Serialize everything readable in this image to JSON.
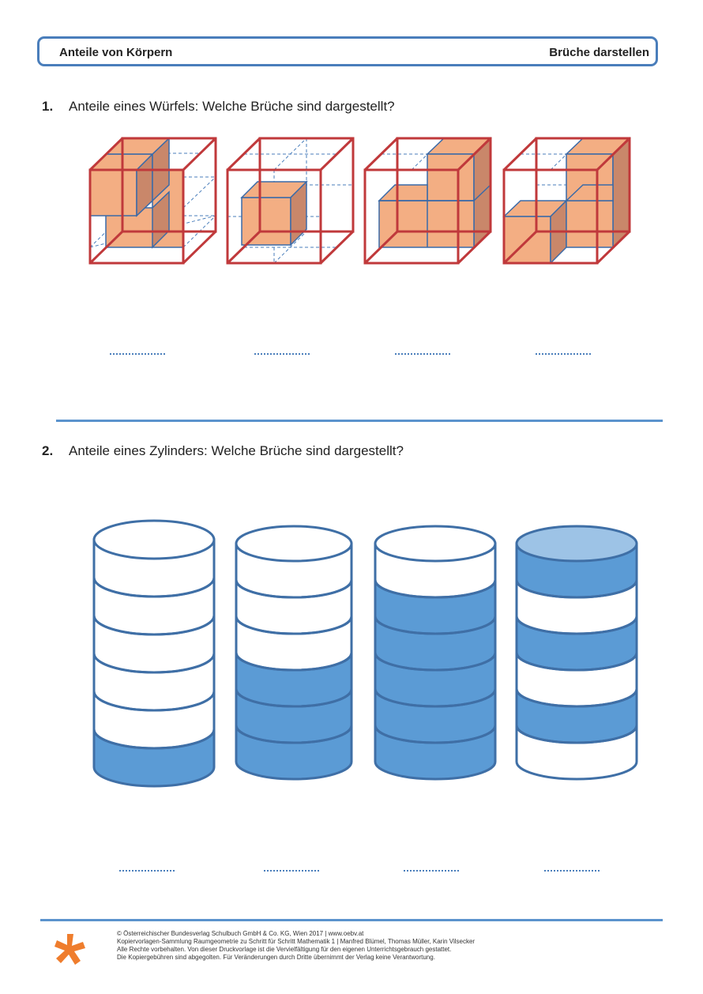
{
  "header": {
    "left_title": "Anteile von Körpern",
    "right_title": "Brüche darstellen"
  },
  "questions": [
    {
      "number": "1.",
      "text": "Anteile eines Würfels: Welche Brüche sind dargestellt?"
    },
    {
      "number": "2.",
      "text": "Anteile eines Zylinders: Welche Brüche sind dargestellt?"
    }
  ],
  "colors": {
    "accent": "#4a7ebb",
    "cube_frame": "#c0393b",
    "cube_fill": "#f3ae83",
    "cylinder_fill": "#5b9bd5"
  },
  "footer": {
    "line1": "© Österreichischer Bundesverlag Schulbuch GmbH & Co. KG, Wien 2017 | www.oebv.at",
    "line2": "Kopiervorlagen-Sammlung Raumgeometrie zu Schritt für Schritt Mathematik 1 | Manfred Blümel, Thomas Müller, Karin Vilsecker",
    "line3": "Alle Rechte vorbehalten. Von dieser Druckvorlage ist die Vervielfältigung für den eigenen Unterrichtsgebrauch gestattet.",
    "line4": "Die Kopiergebühren sind abgegolten. Für Veränderungen durch Dritte übernimmt der Verlag keine Verantwortung."
  }
}
